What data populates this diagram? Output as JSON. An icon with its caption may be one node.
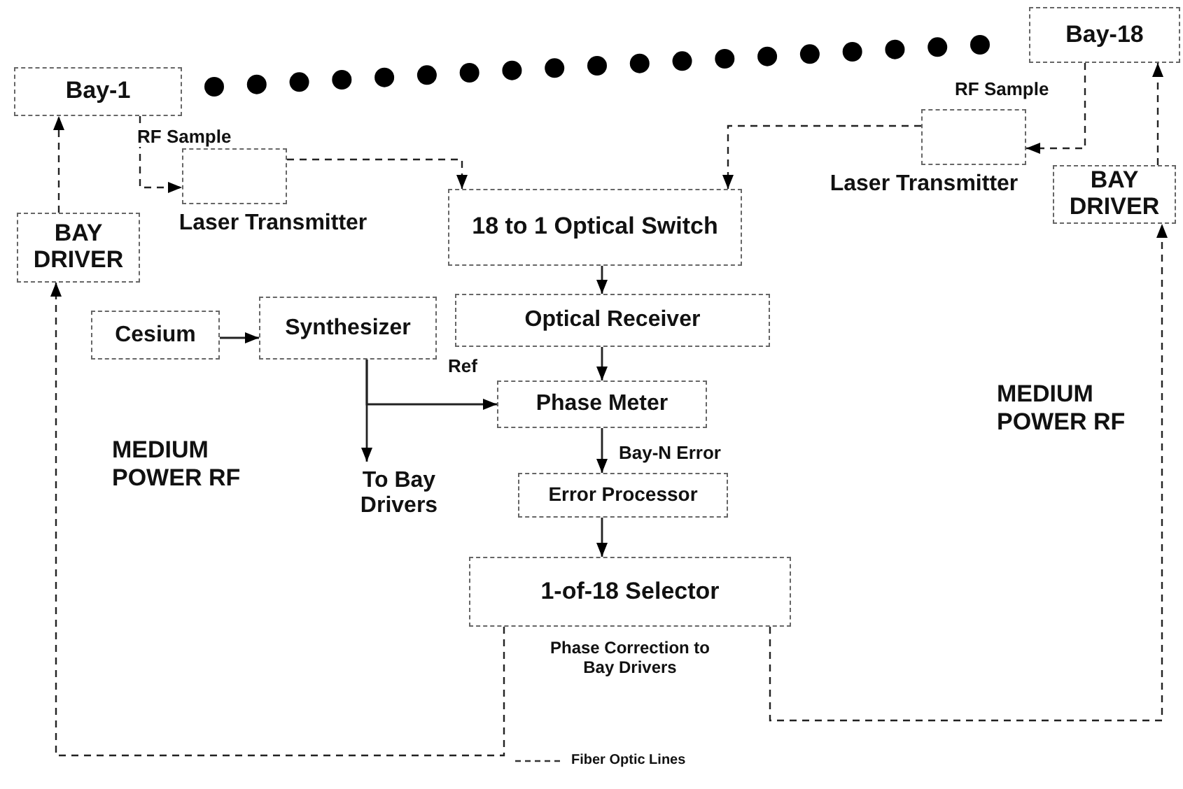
{
  "diagram": {
    "nodes": [
      {
        "text": [
          "Bay-1"
        ]
      },
      {
        "text": [
          "Bay-18"
        ]
      },
      {
        "text": [
          "BAY DRIVER"
        ]
      },
      {
        "text": [],
        "shape": "box",
        "beside": [
          "Laser Transmitter"
        ]
      },
      {
        "text": [
          "18 to 1 Optical Switch"
        ]
      },
      {
        "text": [],
        "shape": "box",
        "beside": [
          "Laser Transmitter"
        ]
      },
      {
        "text": [
          "BAY DRIVER"
        ]
      },
      {
        "text": [
          "Cesium"
        ]
      },
      {
        "text": [
          "Synthesizer"
        ]
      },
      {
        "text": [
          "Optical Receiver"
        ]
      },
      {
        "text": [
          "Phase Meter"
        ]
      },
      {
        "text": [
          "To Bay Drivers"
        ]
      },
      {
        "text": [
          "Error Processor"
        ]
      },
      {
        "text": [
          "1-of-18 Selector"
        ],
        "beside": [
          "Phase Correction to Bay Drivers"
        ]
      }
    ],
    "edges": [
      {
        "from": 2,
        "to": 0,
        "arrow": "to",
        "style": "dashed"
      },
      {
        "from": 0,
        "to": 3,
        "arrow": "to",
        "label": "RF Sample",
        "style": "dashed"
      },
      {
        "from": 3,
        "to": 4,
        "arrow": "to",
        "style": "dashed"
      },
      {
        "from": 5,
        "to": 4,
        "arrow": "to",
        "style": "dashed"
      },
      {
        "from": 1,
        "to": 5,
        "arrow": "to",
        "label": "RF Sample",
        "style": "dashed"
      },
      {
        "from": 6,
        "to": 1,
        "arrow": "to",
        "style": "dashed"
      },
      {
        "from": 4,
        "to": 9,
        "arrow": "to"
      },
      {
        "from": 9,
        "to": 10,
        "arrow": "to"
      },
      {
        "from": 7,
        "to": 8,
        "arrow": "to"
      },
      {
        "from": 8,
        "to": 10,
        "arrow": "to",
        "label": "Ref"
      },
      {
        "from": 8,
        "to": 11,
        "arrow": "to"
      },
      {
        "from": 10,
        "to": 12,
        "arrow": "to",
        "label": "Bay-N Error"
      },
      {
        "from": 12,
        "to": 13,
        "arrow": "to"
      },
      {
        "from": 13,
        "to": 2,
        "arrow": "to",
        "style": "dashed"
      },
      {
        "from": 13,
        "to": 6,
        "arrow": "to",
        "style": "dashed"
      }
    ],
    "labels": [
      "MEDIUM POWER RF",
      "MEDIUM POWER RF"
    ],
    "legend": [
      {
        "text": "Fiber Optic Lines"
      }
    ]
  }
}
